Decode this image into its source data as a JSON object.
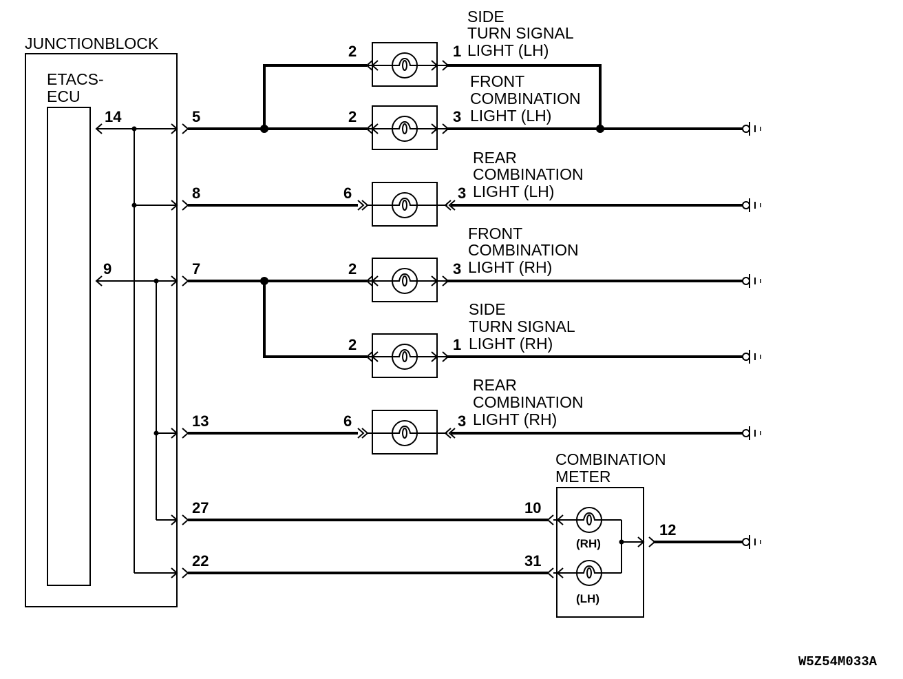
{
  "junction_block": {
    "title": "JUNCTIONBLOCK",
    "ecu_label_line1": "ETACS-",
    "ecu_label_line2": "ECU",
    "ecu_pins": [
      "14",
      "9"
    ],
    "output_pins": [
      "5",
      "8",
      "7",
      "13",
      "27",
      "22"
    ]
  },
  "lamps": [
    {
      "name_lines": [
        "SIDE",
        "TURN SIGNAL",
        "LIGHT (LH)"
      ],
      "in_pin": "2",
      "out_pin": "1",
      "connector": "single"
    },
    {
      "name_lines": [
        "FRONT",
        "COMBINATION",
        "LIGHT (LH)"
      ],
      "in_pin": "2",
      "out_pin": "3",
      "connector": "single"
    },
    {
      "name_lines": [
        "REAR",
        "COMBINATION",
        "LIGHT (LH)"
      ],
      "in_pin": "6",
      "out_pin": "3",
      "connector": "double"
    },
    {
      "name_lines": [
        "FRONT",
        "COMBINATION",
        "LIGHT (RH)"
      ],
      "in_pin": "2",
      "out_pin": "3",
      "connector": "single"
    },
    {
      "name_lines": [
        "SIDE",
        "TURN SIGNAL",
        "LIGHT (RH)"
      ],
      "in_pin": "2",
      "out_pin": "1",
      "connector": "single"
    },
    {
      "name_lines": [
        "REAR",
        "COMBINATION",
        "LIGHT (RH)"
      ],
      "in_pin": "6",
      "out_pin": "3",
      "connector": "double"
    }
  ],
  "combination_meter": {
    "title_line1": "COMBINATION",
    "title_line2": "METER",
    "pins": {
      "rh_in": "10",
      "lh_in": "31",
      "out": "12"
    },
    "bulb_labels": [
      "(RH)",
      "(LH)"
    ]
  },
  "ground_icon": "ground-symbol",
  "bulb_icon": "bulb-symbol",
  "diagram_code": "W5Z54M033A"
}
